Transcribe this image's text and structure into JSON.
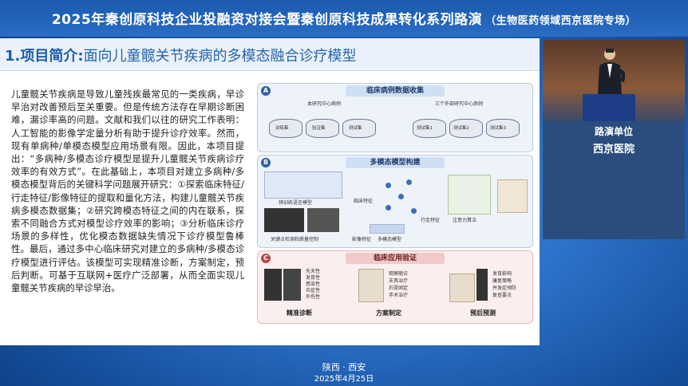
{
  "banner": {
    "title": "2025年秦创原科技企业投融资对接会暨秦创原科技成果转化系列路演",
    "subtitle": "（生物医药领域西京医院专场）"
  },
  "slide": {
    "title_num": "1.项目简介:",
    "title_rest": "面向儿童髋关节疾病的多模态融合诊疗模型",
    "intro": "儿童髋关节疾病是导致儿童残疾最常见的一类疾病，早诊早治对改善预后至关重要。但是传统方法存在早期诊断困难，漏诊率高的问题。文献和我们以往的研究工作表明：人工智能的影像学定量分析有助于提升诊疗效率。然而，现有单病种/单模态模型应用场景有限。因此，本项目提出：“多病种/多模态诊疗模型是提升儿童髋关节疾病诊疗效率的有效方式”。在此基础上，本项目对建立多病种/多模态模型背后的关键科学问题展开研究：①探索临床特征/行走特征/影像特征的提取和量化方法，构建儿童髋关节疾病多模态数据集；②研究跨模态特征之间的内在联系，探索不同融合方式对模型诊疗效率的影响；③分析临床诊疗场景的多样性，优化模态数据缺失情况下诊疗模型鲁棒性。最后，通过多中心临床研究对建立的多病种/多模态诊疗模型进行评估。该模型可实现精准诊断，方案制定，预后判断。可基于互联网+医疗广泛部署，从而全面实现儿童髋关节疾病的早诊早治。",
    "diagram": {
      "a_letter": "A",
      "a_head": "临床病例数据收集",
      "a_left": "本研究中心病例",
      "a_right": "三个外部研究中心病例",
      "a_sets": [
        "训练集",
        "验证集",
        "测试集",
        "测试集1",
        "测试集2",
        "测试集3"
      ],
      "b_letter": "B",
      "b_head": "多模态模型构建",
      "b_labels": [
        "预训练语言模型",
        "临床特征",
        "关键点检测和质量控制",
        "影像特征",
        "行走特征",
        "注意力算法",
        "多模态模型"
      ],
      "c_letter": "C",
      "c_head": "临床应用验证",
      "c_left_list": [
        "先天性",
        "发育性",
        "感染性",
        "炎症性",
        "外伤性"
      ],
      "c_mid_list": [
        "观察随访",
        "支具治疗",
        "石膏固定",
        "手术治疗"
      ],
      "c_right_list": [
        "发育影响",
        "康复策略",
        "并发症预防",
        "复查要点"
      ],
      "c_caps": [
        "精准诊断",
        "方案制定",
        "预后预测"
      ]
    }
  },
  "sidepanel": {
    "label": "路演单位",
    "name": "西京医院"
  },
  "footer": {
    "location": "陕西 · 西安",
    "date": "2025年4月25日"
  }
}
